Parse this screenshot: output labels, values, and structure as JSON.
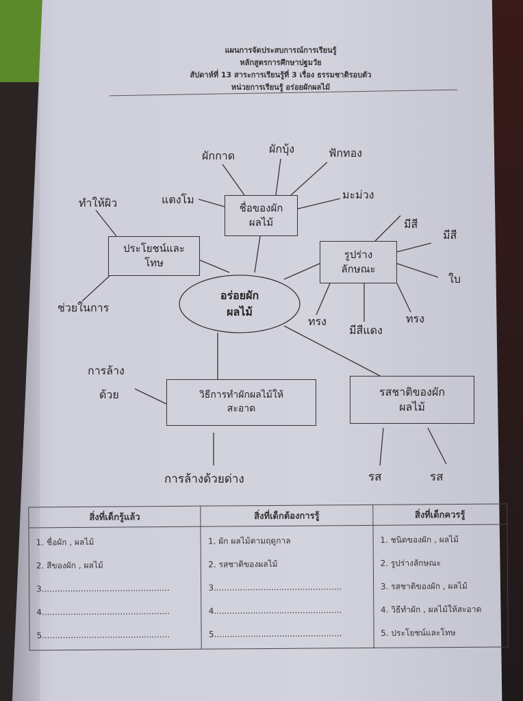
{
  "header": {
    "line1": "แผนการจัดประสบการณ์การเรียนรู้",
    "line2": "หลักสูตรการศึกษาปฐมวัย",
    "line3": "สัปดาห์ที่ 13 สาระการเรียนรู้ที่ 3 เรื่อง ธรรมชาติรอบตัว",
    "line4": "หน่วยการเรียนรู้ อร่อยผักผลไม้"
  },
  "mindmap": {
    "center": {
      "l1": "อร่อยผัก",
      "l2": "ผลไม้"
    },
    "names": {
      "l1": "ชื่อของผัก",
      "l2": "ผลไม้",
      "leaves": [
        "ผักกาด",
        "ผักบุ้ง",
        "ฟักทอง",
        "แตงโม",
        "มะม่วง"
      ]
    },
    "benefit": {
      "l1": "ประโยชน์และ",
      "l2": "โทษ",
      "leaves": [
        "ทำให้ผิว",
        "ช่วยในการ"
      ]
    },
    "shape": {
      "l1": "รูปร่าง",
      "l2": "ลักษณะ",
      "leaves": [
        "มีสี",
        "มีสี",
        "ใบ",
        "ทรง",
        "มีสีแดง",
        "ทรง"
      ]
    },
    "clean": {
      "l1": "วิธีการทำผักผลไม้ให้",
      "l2": "สะอาด",
      "leaves": [
        "การล้าง",
        "ด้วย",
        "การล้างด้วยด่าง"
      ]
    },
    "taste": {
      "l1": "รสชาติของผัก",
      "l2": "ผลไม้",
      "leaves": [
        "รส",
        "รส"
      ]
    }
  },
  "table": {
    "headers": [
      "สิ่งที่เด็กรู้แล้ว",
      "สิ่งที่เด็กต้องการรู้",
      "สิ่งที่เด็กควรรู้"
    ],
    "columns": [
      [
        "1. ชื่อผัก , ผลไม้",
        "2. สีของผัก , ผลไม้",
        "3.................................................",
        "4.................................................",
        "5................................................."
      ],
      [
        "1. ผัก ผลไม้ตามฤดูกาล",
        "2. รสชาติของผลไม้",
        "3.................................................",
        "4.................................................",
        "5................................................."
      ],
      [
        "1. ชนิดของผัก , ผลไม้",
        "2. รูปร่างลักษณะ",
        "3. รสชาติของผัก , ผลไม้",
        "4. วิธีทำผัก , ผลไม้ให้สะอาด",
        "5. ประโยชน์และโทษ"
      ]
    ]
  }
}
